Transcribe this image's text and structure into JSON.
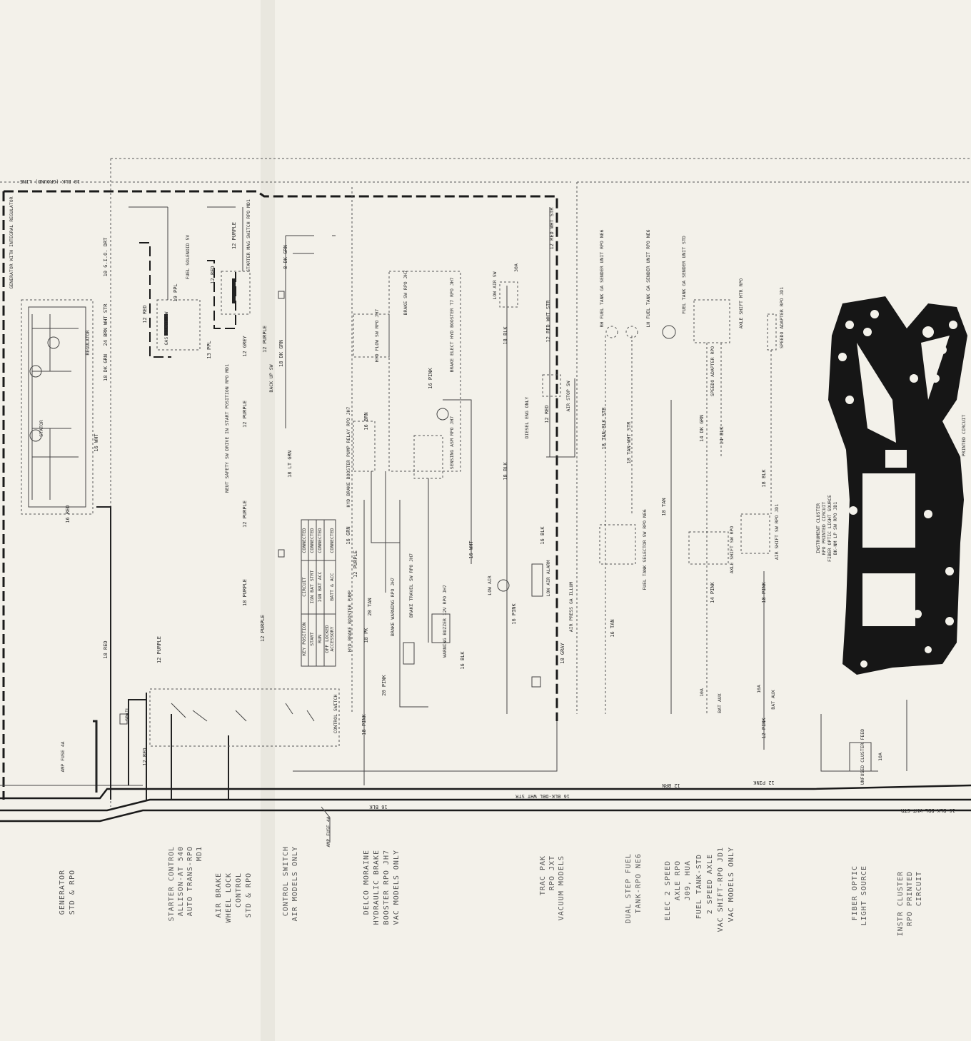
{
  "colors": {
    "paper": "#f3f1ea",
    "ink": "#1a1a1a",
    "fold_shadow": "#e9e7df"
  },
  "top_line_label": "18 BLK (GROUND) LINE",
  "sections": {
    "generator": [
      "GENERATOR",
      "STD & RPO"
    ],
    "starter_control": [
      "STARTER CONTROL",
      "ALLISON-AT 540",
      "AUTO TRANS-RPO",
      "MD1"
    ],
    "air_brake": [
      "AIR BRAKE",
      "WHEEL LOCK",
      "CONTROL",
      "STD & RPO"
    ],
    "control_switch": [
      "CONTROL SWITCH",
      "AIR MODELS ONLY"
    ],
    "delco": [
      "DELCO MORAINE",
      "HYDRAULIC BRAKE",
      "BOOSTER RPO JH7",
      "VAC MODELS ONLY"
    ],
    "trac_pak": [
      "TRAC PAK",
      "RPO JXT",
      "VACUUM MODELS"
    ],
    "dual_step": [
      "DUAL STEP FUEL",
      "TANK-RPO NE6"
    ],
    "elec_axle": [
      "ELEC 2 SPEED",
      "AXLE RPO",
      "J09, HUA",
      "FUEL TANK-STD",
      "2 SPEED AXLE",
      "VAC SHIFT-RPO JD1",
      "VAC MODELS ONLY"
    ],
    "fiber_optic": [
      "FIBER OPTIC",
      "LIGHT SOURCE"
    ],
    "instr_cluster": [
      "INSTR CLUSTER",
      "RPO PRINTED",
      "CIRCUIT"
    ]
  },
  "components": {
    "generator": "GENERATOR WITH INTEGRAL REGULATOR",
    "regulator": "REGULATOR",
    "stator": "STATOR",
    "amp_fuse_1": "AMP FUSE 4A",
    "amp_fuse_2": "AMP FUSE 4A",
    "gas_start": "GAS START SW",
    "fuel_solenoid": "FUEL SOLENOID 5V",
    "starter_mag": "STARTER MAG SWITCH RPO MD1",
    "neut_safety": "NEUT SAFETY SW DRIVE IN START POSITION RPO MD1",
    "back_up": "BACK UP SW",
    "control_switch": "CONTROL SWITCH",
    "spail": "SPAIL",
    "hyd_relay": "HYD BRAKE BOOSTER PUMP RELAY RPO JH7",
    "hyd_flow": "HYD FLOW SW RPO JH7",
    "brake_sw": "BRAKE SW RPO JH7",
    "brake_elect": "BRAKE ELECT HYD BOOSTER T7 RPO JH7",
    "sensing": "SENSING ASM RPO JH7",
    "brake_warning": "BRAKE WARNING RPO JH7",
    "brake_travel": "BRAKE TRAVEL SW RPO JH7",
    "buzzer": "WARNING BUZZER 12V RPO JH7",
    "hyd_booster": "HYD BRAKE BOOSTER PUMP",
    "low_air_sw": "LOW AIR SW",
    "low_air": "LOW AIR",
    "low_air_alarm": "LOW AIR ALARM",
    "air_press": "AIR PRESS GA ILLUM",
    "diesel": "DIESEL ENG ONLY",
    "air_stop": "AIR STOP SW",
    "fuse_30a": "30A",
    "rh_sender": "RH FUEL TANK GA SENDER UNIT RPO NE6",
    "lh_sender": "LH FUEL TANK GA SENDER UNIT RPO NE6",
    "std_sender": "FUEL TANK GA SENDER UNIT STD",
    "selector": "FUEL TANK SELECTOR SW RPO NE6",
    "speedo_adapter_rpo": "SPEEDO ADAPTER RPO",
    "axle_shift_mtr": "AXLE SHIFT MTR RPO",
    "speedo_adapter": "SPEEDO ADAPTER RPO JD1",
    "axle_shift_sw": "AXLE SHIFT SW RPO",
    "air_shift_sw": "AIR SHIFT SW RPO JD1",
    "cluster": "INSTRUMENT CLUSTER",
    "cluster_2": "RPO PRINTED CIRCUIT",
    "cluster_3": "FIBER OPTIC LIGHT SOURCE",
    "cluster_4": "BK-NM LP SW RPO JD1",
    "printed_circuit": "PRINTED CIRCUIT",
    "fuse_10a_1": "10A",
    "fuse_10a_2": "10A",
    "fuse_10a_3": "10A",
    "bat_aux_1": "BAT AUX",
    "bat_aux_2": "BAT AUX",
    "unfused": "UNFUSED CLUSTER FEED"
  },
  "key_table": {
    "headers": [
      "KEY POSITION",
      "CIRCUIT",
      "CONNECTED"
    ],
    "rows": [
      [
        "START",
        "IGN BAT STRT",
        "CONNECTED"
      ],
      [
        "RUN",
        "IGN BAT ACC",
        "CONNECTED"
      ],
      [
        "OFF LOCKED",
        "",
        ""
      ],
      [
        "ACCESSORY",
        "BATT & ACC",
        "CONNECTED"
      ]
    ]
  },
  "wires": [
    "10 G.I.O. DRT",
    "24 BRN WHT STR",
    "18 DK GRN",
    "16 WHT",
    "16 RED",
    "18 RED",
    "12 RED",
    "19 PPL",
    "12 RED",
    "12 PURPLE",
    "13 PPL",
    "12 GREY",
    "12 PURPLE",
    "8 DK GRN",
    "18 DK GRN",
    "18 LT GRN",
    "12 PURPLE",
    "12 PURPLE",
    "18 PURPLE",
    "12 PURPLE",
    "12 PURPLE",
    "18 PINK",
    "16 BRN",
    "16 GRN",
    "12 PURPLE",
    "20 TAN",
    "16 PINK",
    "16 WHT",
    "16 BLK",
    "12 RED WHT STR",
    "12 RED WHT STR",
    "18 BLK",
    "16 BLK",
    "16 PINK",
    "18 GRAY",
    "18 BLK",
    "16 TAN",
    "18 TAN",
    "14 DK GRN",
    "14 PINK",
    "18 BLK",
    "18 PINK",
    "12 PINK",
    "12 PINK",
    "12 BRN",
    "16 BLK-DBL WHT STR",
    "16 BLK",
    "12 RED",
    "12 RED",
    "18 TAN-BLK STR",
    "18 TAN-WHT STR",
    "14 BLK",
    "20 PINK",
    "18 PK",
    "16 BLK-DBL WHT STR"
  ]
}
